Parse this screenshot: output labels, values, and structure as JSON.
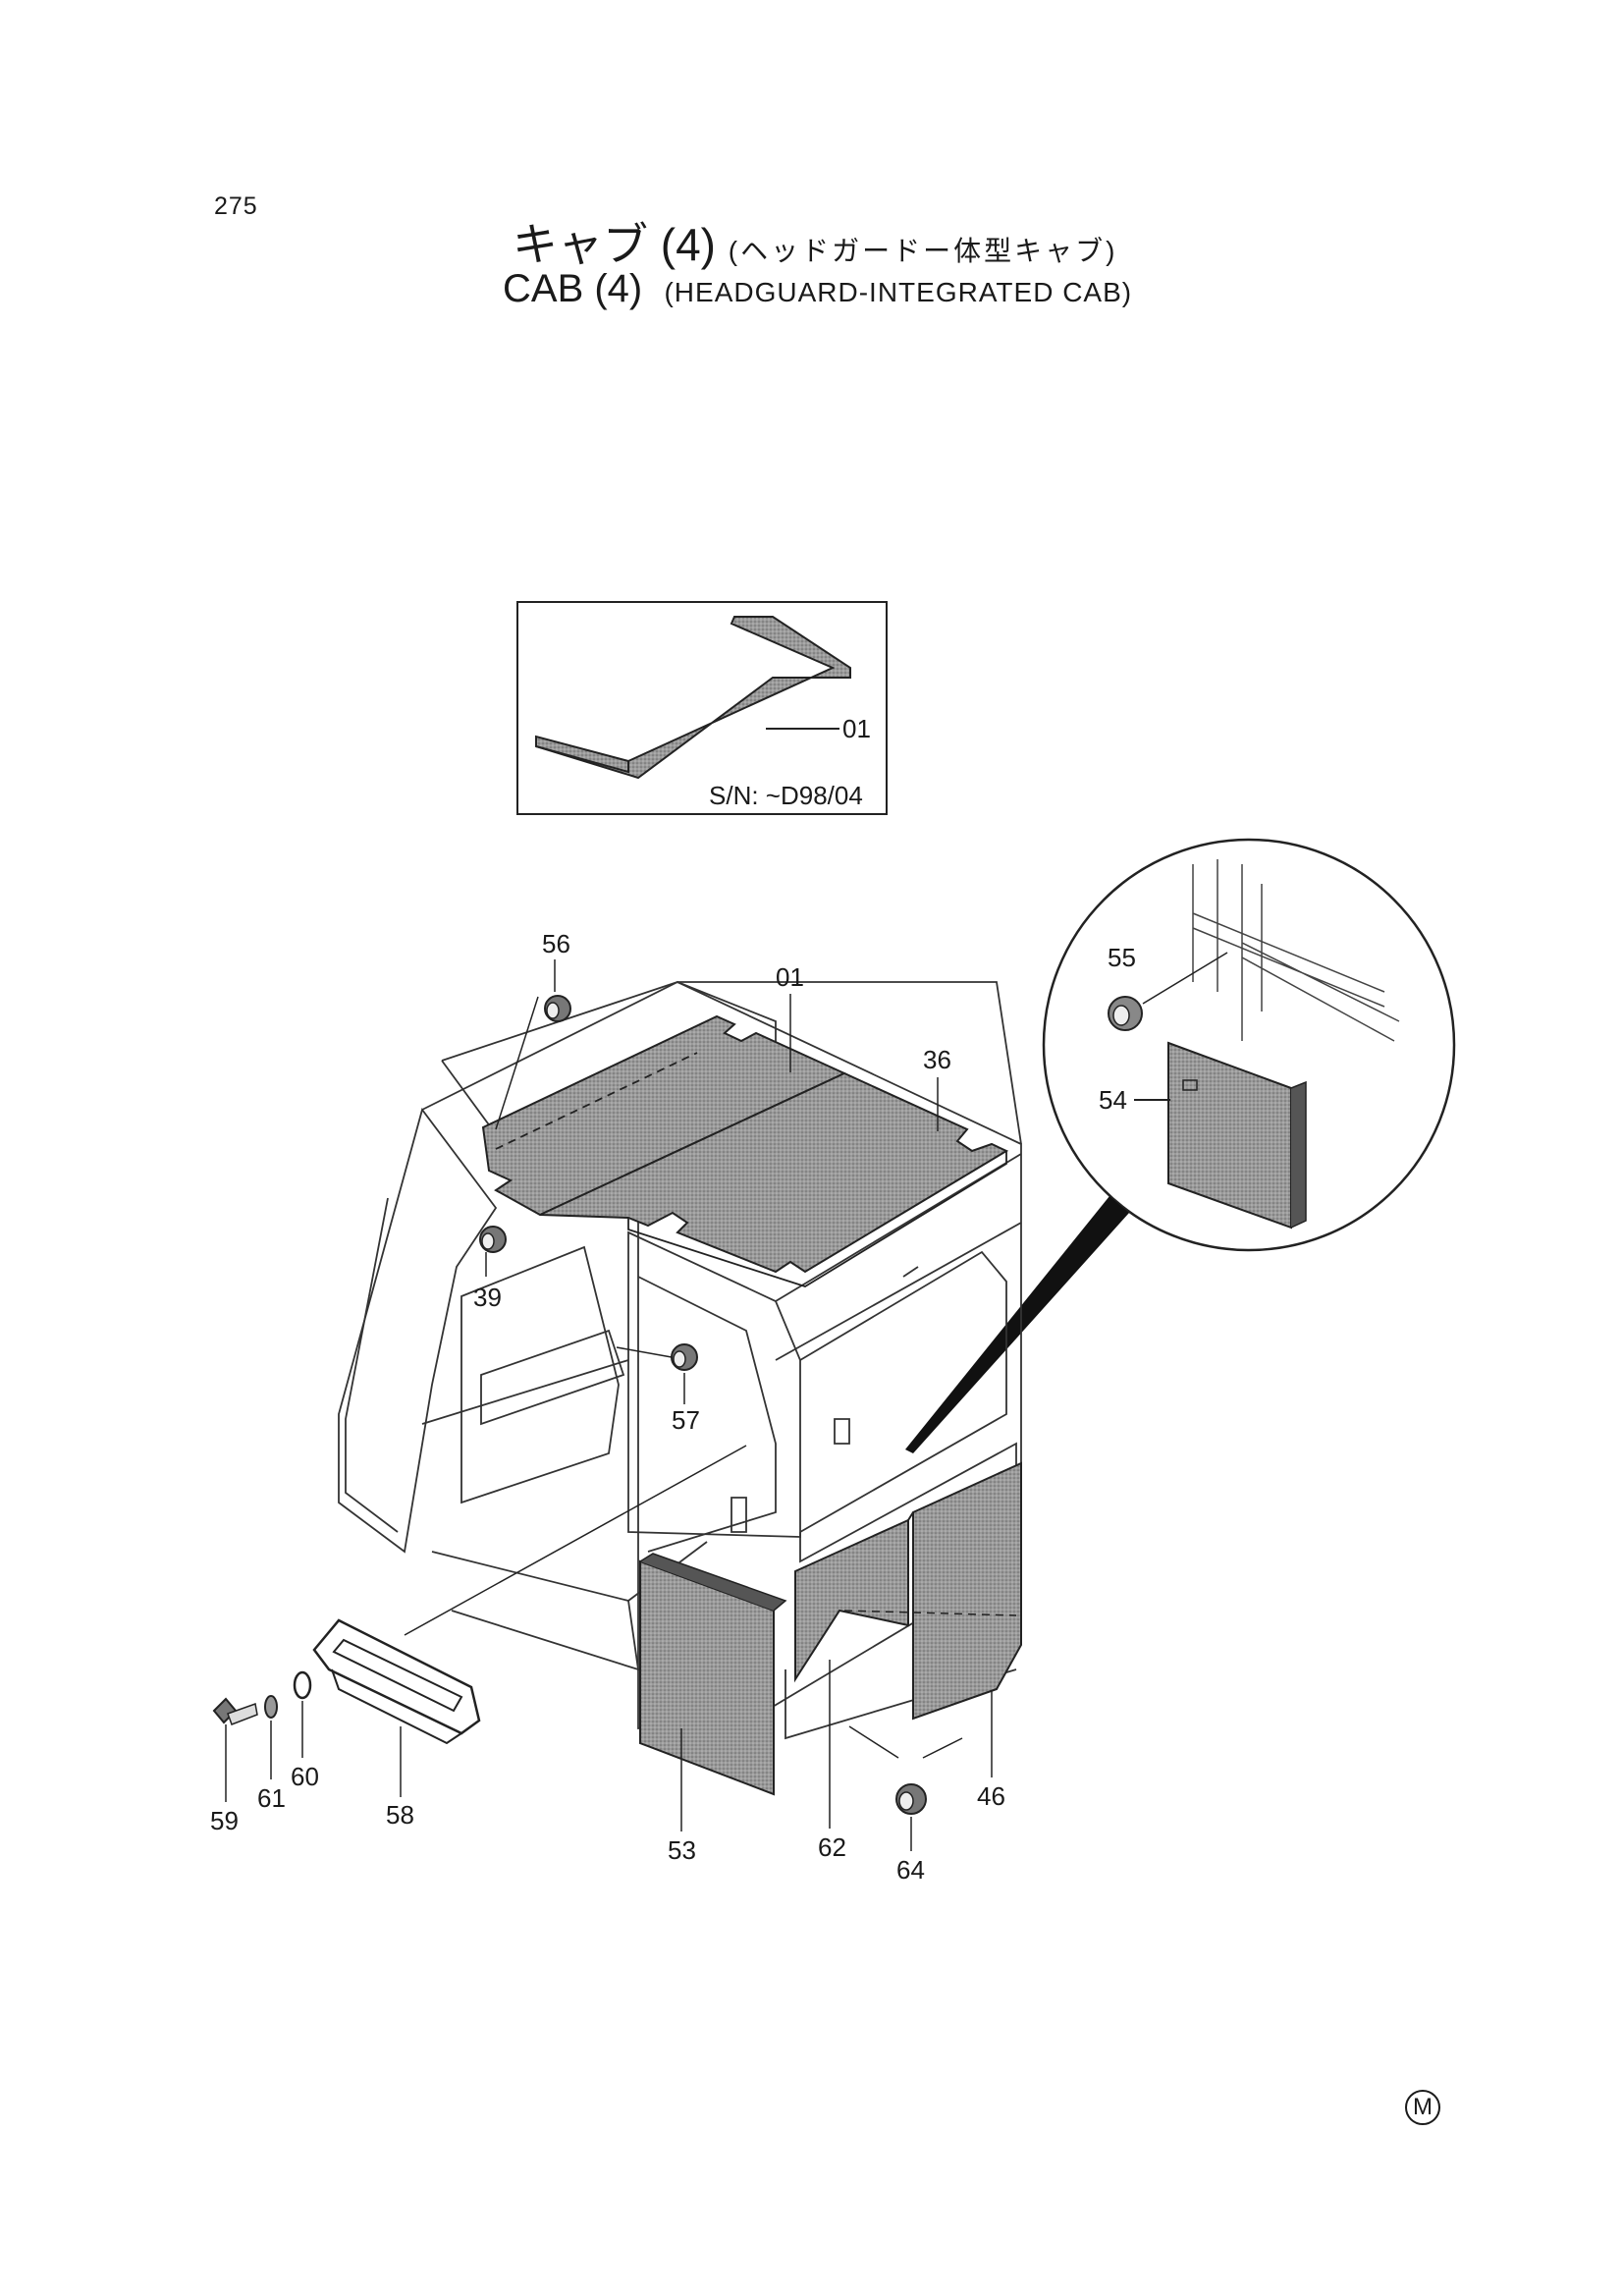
{
  "page_number": "275",
  "title": {
    "jp_main": "キャブ (4)",
    "jp_sub": "(ヘッドガードー体型キャブ)",
    "en_main": "CAB (4)",
    "en_sub": "(HEADGUARD-INTEGRATED CAB)"
  },
  "inset": {
    "part_label": "01",
    "serial_note": "S/N:  ~D98/04"
  },
  "detail_circle": {
    "labels": [
      "55",
      "54"
    ]
  },
  "callouts": [
    "56",
    "01",
    "36",
    "39",
    "57",
    "53",
    "62",
    "64",
    "46",
    "58",
    "59",
    "61",
    "60"
  ],
  "mark": "M"
}
